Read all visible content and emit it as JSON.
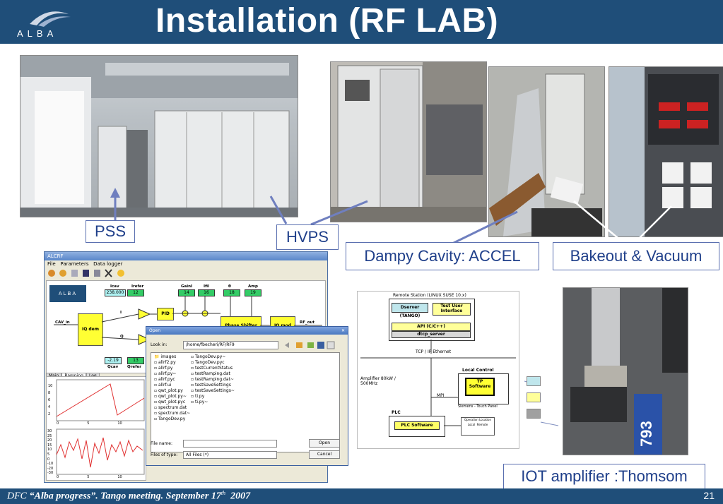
{
  "header": {
    "logo_text": "ALBA",
    "title": "Installation (RF LAB)"
  },
  "callouts": {
    "pss": "PSS",
    "hvps": "HVPS",
    "dampy": "Dampy Cavity: ACCEL",
    "bakeout": "Bakeout & Vacuum",
    "iot": "IOT amplifier :Thomsom"
  },
  "footer": {
    "dfc": "DFC",
    "event": "“Alba progress”. Tango meeting.  September 17",
    "sup": "th",
    "year": "2007",
    "page": "21"
  },
  "app": {
    "window_title": "ALCRF",
    "menu": [
      "File",
      "Parameters",
      "Data logger"
    ],
    "logo": "ALBA",
    "blocks": {
      "iq_dem": "IQ dem",
      "pid": "PID",
      "phase_shifter": "Phase Shifter",
      "iq_mod": "IQ mod"
    },
    "params": {
      "icav_label": "Icav",
      "icav_value": "238.000",
      "irefer_label": "Irefer",
      "irefer_value": "12",
      "gaini_label": "GainI",
      "gaini_value": "14",
      "ifil_label": "Ifil",
      "ifil_value": "16",
      "theta_label": "θ",
      "theta_value": "18",
      "amp_label": "Amp",
      "amp_value": "19",
      "qcav_label": "Qcav",
      "qcav_value": "-2.19",
      "qrefer_label": "Qrefer",
      "qrefer_value": "13"
    },
    "signals": {
      "cav_in": "CAV_in",
      "rf_out": "RF_out",
      "i": "I",
      "q": "Q"
    },
    "tabs": [
      "Main",
      "Ramping",
      "Log"
    ],
    "plot1_y": [
      "10",
      "8",
      "6",
      "4",
      "2",
      "0"
    ],
    "plot1_x": [
      "0",
      "5",
      "10"
    ],
    "plot2_y": [
      "30",
      "25",
      "20",
      "15",
      "10",
      "5",
      "0",
      "-10",
      "-20",
      "-30"
    ],
    "plot2_x": [
      "0",
      "5",
      "10"
    ]
  },
  "open_dialog": {
    "title": "Open",
    "look_in_label": "Look in:",
    "look_in_value": "/home/fbecheri/RF/RF9",
    "files_col1": [
      "images",
      "allrf2.py",
      "allrf.py",
      "allrf.py~",
      "allrf.pyc",
      "allrf.ui",
      "qwt_plot.py",
      "qwt_plot.py~",
      "qwt_plot.pyc",
      "spectrum.dat",
      "spectrum.dat~",
      "TangoDev.py"
    ],
    "files_col2": [
      "TangoDev.py~",
      "TangoDev.pyc",
      "testCurrentStatus",
      "testRamping.dat",
      "testRamping.dat~",
      "testSaveSettings",
      "testSaveSettings~",
      "ti.py",
      "ti.py~"
    ],
    "file_name_label": "File name:",
    "file_name_value": "",
    "files_type_label": "Files of type:",
    "files_type_value": "All Files (*)",
    "open_button": "Open",
    "cancel_button": "Cancel"
  },
  "arch": {
    "remote_station": "Remote Station (LINUX SUSE 10.x)",
    "dserver": "Dserver (TANGO)",
    "test_user": "Test User Interface",
    "api": "API (C/C++)",
    "dtcp": "dtcp_server",
    "tcp": "TCP / IP Ethernet",
    "amplifier": "Amplifier 80kW / 500MHz",
    "local_control": "Local Control",
    "tp_software": "TP Software",
    "siemens": "Siemens - Touch Panel",
    "mpi": "MPI",
    "plc": "PLC",
    "plc_software": "PLC Software",
    "operation_location": "Operation Location",
    "local": "Local",
    "remote": "Remote"
  },
  "legend_colors": [
    "#bfe6ec",
    "#ffff99",
    "#a0a0a0"
  ],
  "colors": {
    "header_bg": "#1f4e79",
    "callout_border": "#5a6fb0",
    "callout_text": "#1f3f8a"
  }
}
